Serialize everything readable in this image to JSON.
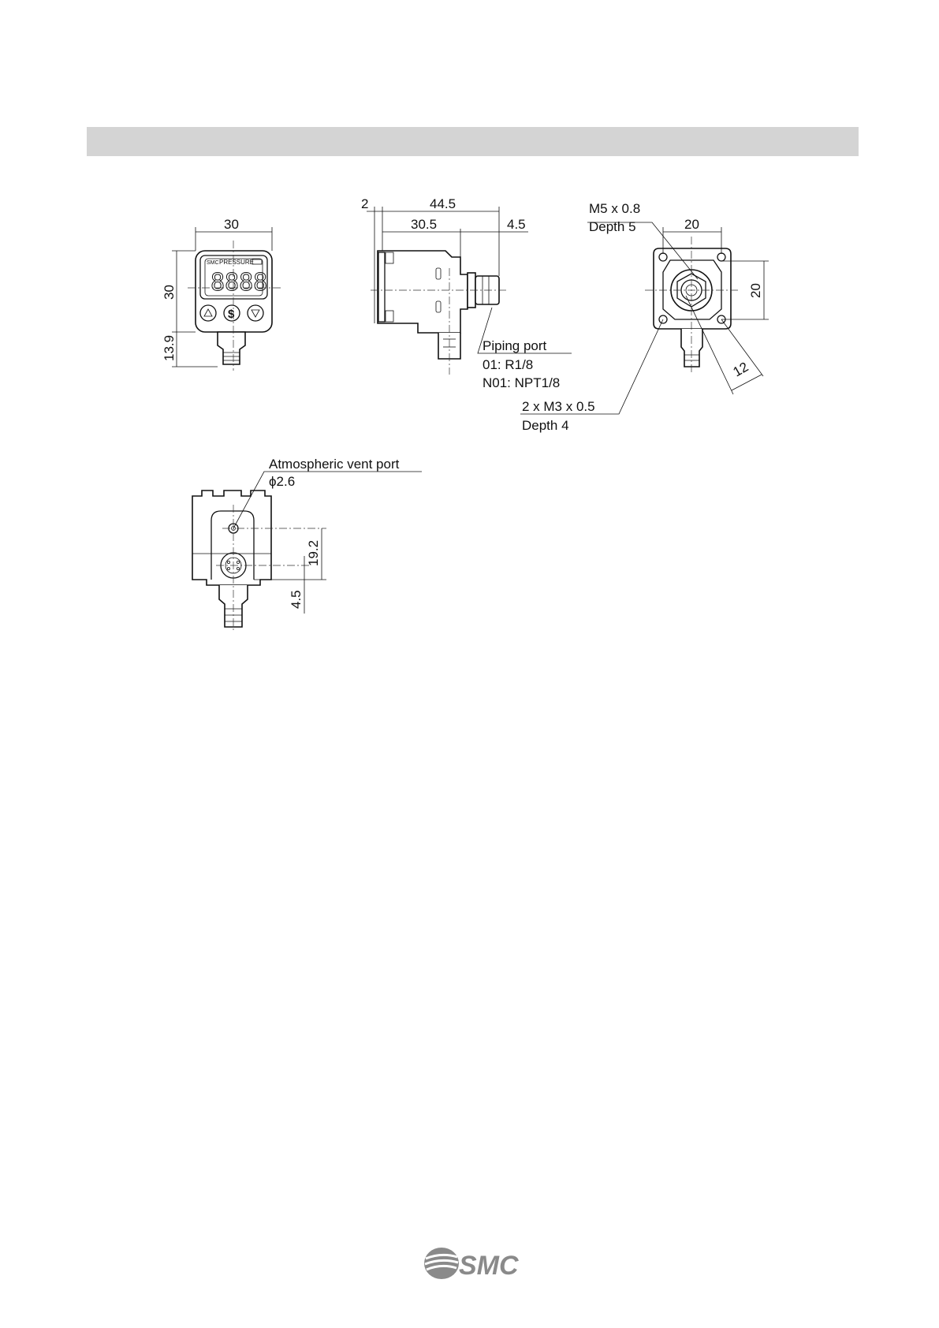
{
  "header": {
    "title": ""
  },
  "front_view": {
    "width_dim": "30",
    "height_dim": "30",
    "connector_dim": "13.9",
    "display_label": "PRESSURE",
    "display_digits": "8888"
  },
  "side_view": {
    "dim_a": "2",
    "overall_dim": "44.5",
    "body_dim": "30.5",
    "port_dim": "4.5",
    "piping_port_title": "Piping port",
    "piping_port_option1": "01: R1/8",
    "piping_port_option2": "N01: NPT1/8"
  },
  "rear_view": {
    "thread_label": "M5 x 0.8",
    "thread_depth": "Depth 5",
    "width_dim": "20",
    "height_dim": "20",
    "diag_dim": "12",
    "mount_thread": "2 x M3 x 0.5",
    "mount_depth": "Depth 4"
  },
  "bottom_view": {
    "vent_port_label": "Atmospheric vent port",
    "vent_diameter": "ϕ2.6",
    "height_dim": "19.2",
    "offset_dim": "4.5"
  },
  "footer": {
    "logo_text": "SMC"
  }
}
